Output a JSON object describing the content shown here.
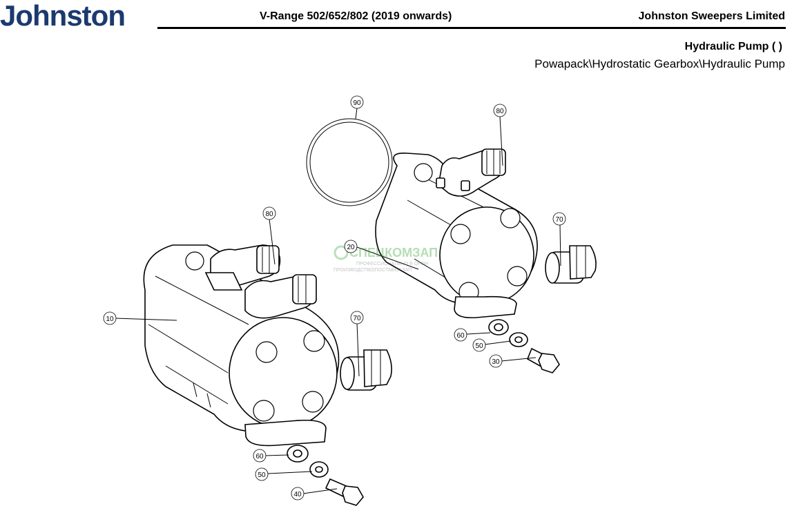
{
  "header": {
    "logo_text": "Johnston",
    "model": "V-Range 502/652/802 (2019 onwards)",
    "company": "Johnston Sweepers Limited",
    "part_title": "Hydraulic Pump ( )",
    "part_path": "Powapack\\Hydrostatic Gearbox\\Hydraulic Pump"
  },
  "watermark": {
    "brand": "СПЕЦКОМЗАП",
    "line1": "ПРОФЕССИОНАЛЬНО В ОРОН",
    "line2": "ПРОИЗВОДСТВО|ПОСТАВКИ ЗАП"
  },
  "callouts": [
    {
      "id": "c90",
      "label": "90"
    },
    {
      "id": "c80a",
      "label": "80"
    },
    {
      "id": "c80b",
      "label": "80"
    },
    {
      "id": "c70a",
      "label": "70"
    },
    {
      "id": "c20",
      "label": "20"
    },
    {
      "id": "c10",
      "label": "10"
    },
    {
      "id": "c70b",
      "label": "70"
    },
    {
      "id": "c60a",
      "label": "60"
    },
    {
      "id": "c50a",
      "label": "50"
    },
    {
      "id": "c30",
      "label": "30"
    },
    {
      "id": "c60b",
      "label": "60"
    },
    {
      "id": "c50b",
      "label": "50"
    },
    {
      "id": "c40",
      "label": "40"
    }
  ]
}
